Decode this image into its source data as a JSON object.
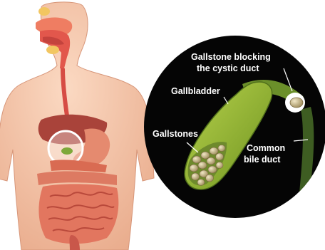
{
  "labels": {
    "blocking_line1": "Gallstone blocking",
    "blocking_line2": "the cystic duct",
    "gallbladder": "Gallbladder",
    "gallstones": "Gallstones",
    "common_line1": "Common",
    "common_line2": "bile duct"
  },
  "colors": {
    "circle_background": "#050505",
    "gallbladder": "#8fb52c",
    "bile_duct": "#3e5d22",
    "stones": "#c9b98e",
    "skin": "#f3c3a4",
    "mouth_throat": "#e2574c",
    "liver": "#a9433a",
    "stomach": "#e58a6f",
    "intestines": "#e2765f",
    "label_text": "#ffffff"
  },
  "icons": [
    "torso-illustration",
    "magnified-gallbladder-inset"
  ]
}
